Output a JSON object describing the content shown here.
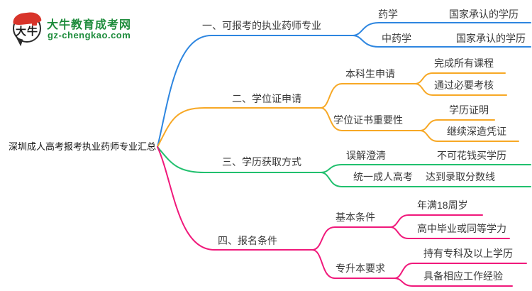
{
  "logo": {
    "badge": "大牛",
    "title": "大牛教育成考网",
    "domain": "gz-chengkao.com",
    "brand_green": "#1e8c3c",
    "brand_red": "#d8342a"
  },
  "root": {
    "label": "深圳成人高考报考执业药师专业汇总"
  },
  "branches": [
    {
      "label": "一、可报考的执业药师专业",
      "color": "#2e86e0",
      "children": [
        {
          "label": "药学",
          "children": [
            {
              "label": "国家承认的学历"
            }
          ]
        },
        {
          "label": "中药学",
          "children": [
            {
              "label": "国家承认的学历"
            }
          ]
        }
      ]
    },
    {
      "label": "二、学位证申请",
      "color": "#f7a825",
      "children": [
        {
          "label": "本科生申请",
          "children": [
            {
              "label": "完成所有课程"
            },
            {
              "label": "通过必要考核"
            }
          ]
        },
        {
          "label": "学位证书重要性",
          "children": [
            {
              "label": "学历证明"
            },
            {
              "label": "继续深造凭证"
            }
          ]
        }
      ]
    },
    {
      "label": "三、学历获取方式",
      "color": "#21c06e",
      "children": [
        {
          "label": "误解澄清",
          "children": [
            {
              "label": "不可花钱买学历"
            }
          ]
        },
        {
          "label": "统一成人高考",
          "children": [
            {
              "label": "达到录取分数线"
            }
          ]
        }
      ]
    },
    {
      "label": "四、报名条件",
      "color": "#f0197b",
      "children": [
        {
          "label": "基本条件",
          "children": [
            {
              "label": "年满18周岁"
            },
            {
              "label": "高中毕业或同等学力"
            }
          ]
        },
        {
          "label": "专升本要求",
          "children": [
            {
              "label": "持有专科及以上学历"
            },
            {
              "label": "具备相应工作经验"
            }
          ]
        }
      ]
    }
  ]
}
